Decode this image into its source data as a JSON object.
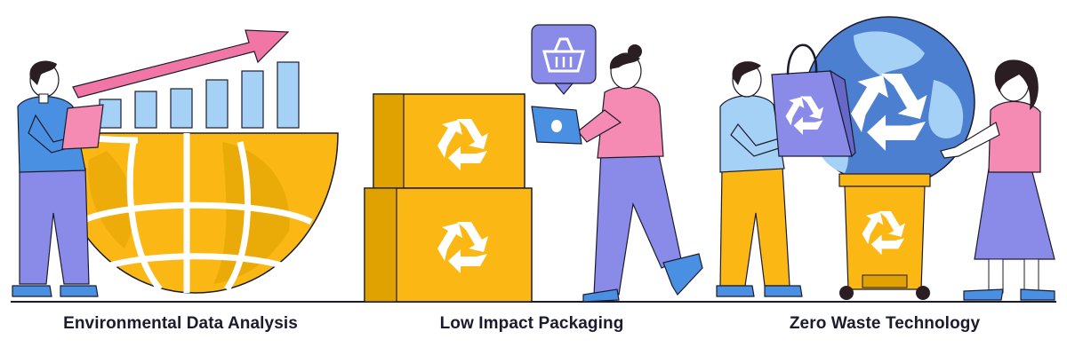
{
  "captions": {
    "left": "Environmental Data Analysis",
    "middle": "Low Impact Packaging",
    "right": "Zero Waste Technology"
  },
  "colors": {
    "outline": "#1b1b2e",
    "yellow": "#fbb714",
    "yellow_dark": "#e0a200",
    "blue": "#4a90e2",
    "blue_light": "#a6d1f7",
    "purple": "#8a8be8",
    "pink": "#f58ab2",
    "pink_arrow": "#f176a6",
    "globe_blue": "#4c7fcf",
    "skin": "#ffffff",
    "hair": "#2b1e23",
    "white": "#ffffff"
  },
  "icons": [
    "globe-icon",
    "bar-chart-icon",
    "trend-arrow-icon",
    "recycle-icon",
    "shopping-basket-icon",
    "laptop-icon",
    "shopping-bag-icon",
    "recycle-bin-icon"
  ]
}
